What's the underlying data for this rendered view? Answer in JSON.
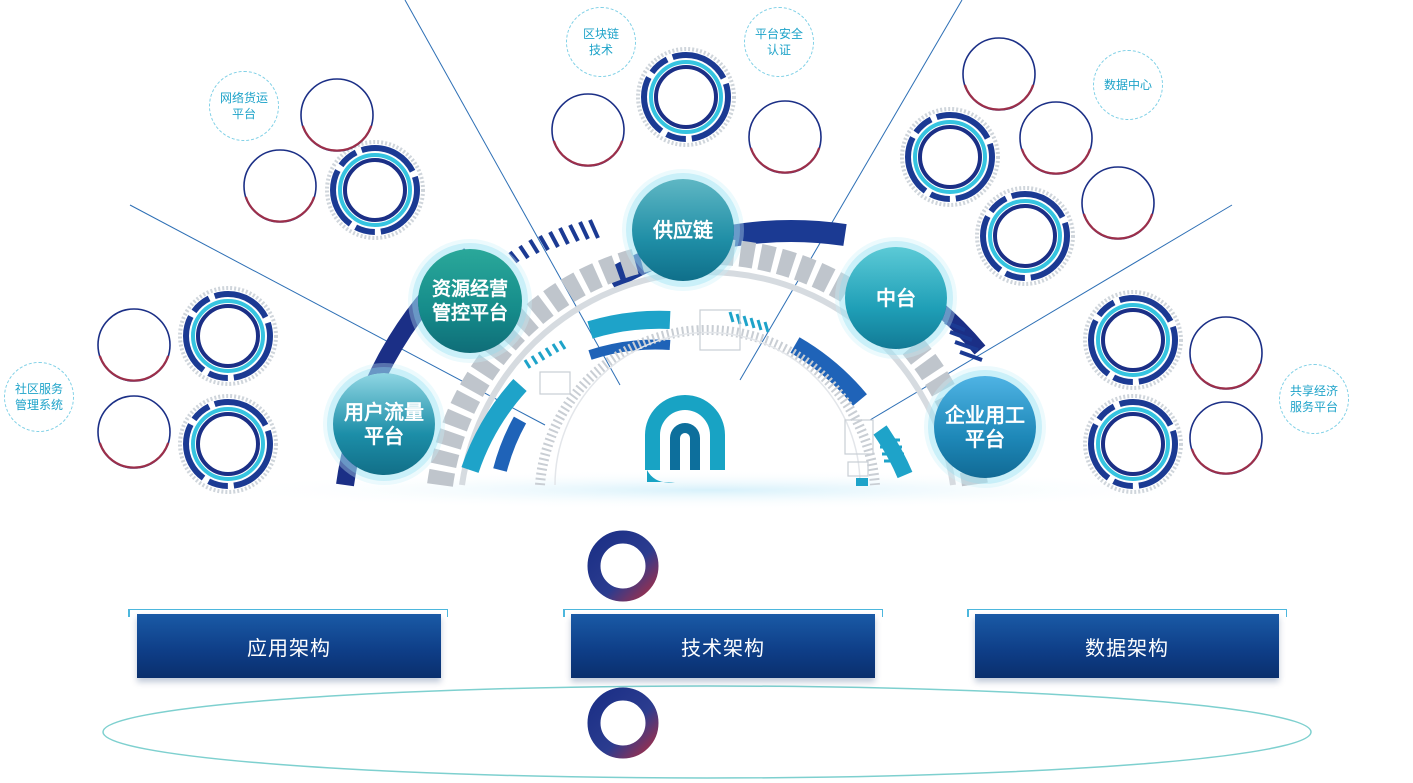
{
  "colors": {
    "navy": "#1b2f86",
    "blue": "#1f63b8",
    "cyan": "#1ea3c9",
    "teal": "#18b7c7",
    "maroon": "#9c2f4a",
    "gear": "#bfc5cc"
  },
  "bubbles": {
    "community": "社区服务\n管理系统",
    "freight": "网络货运\n平台",
    "blockchain": "区块链\n技术",
    "security": "平台安全\n认证",
    "datacenter": "数据中心",
    "sharing": "共享经济\n服务平台"
  },
  "nodes": {
    "user_traffic": "用户流量\n平台",
    "resource": "资源经营\n管控平台",
    "supply_chain": "供应链",
    "middle": "中台",
    "enterprise": "企业用工\n平台"
  },
  "buttons": {
    "app": "应用架构",
    "tech": "技术架构",
    "data": "数据架构"
  },
  "icons": {
    "center_logo": "n-logo-icon",
    "ring": "ring-icon"
  }
}
